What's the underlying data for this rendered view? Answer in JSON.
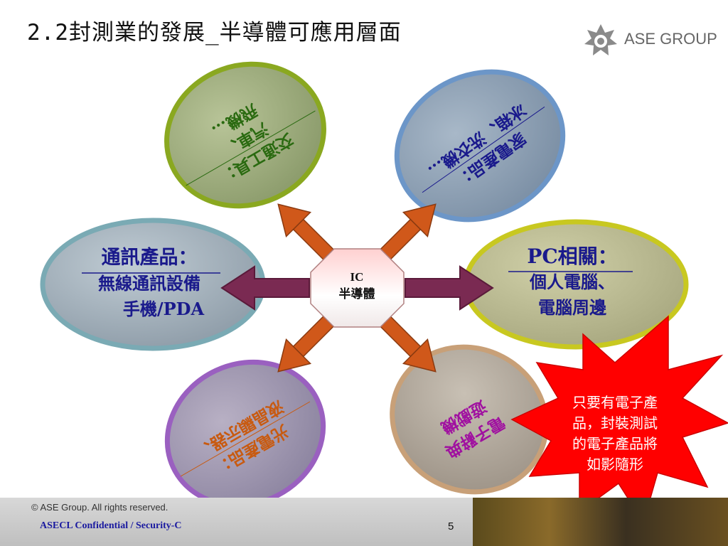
{
  "title": "2.2封測業的發展_半導體可應用層面",
  "logo": {
    "text": "ASE GROUP"
  },
  "center": {
    "line1": "IC",
    "line2": "半導體"
  },
  "nodes": {
    "transport": {
      "line1": "交通工具：",
      "line2": "汽車、",
      "line3": "飛機…"
    },
    "consumer": {
      "line1": "家電產品：",
      "line2": "冰箱、洗衣機…"
    },
    "communication": {
      "line1": "通訊產品：",
      "line2": "無線通訊設備",
      "line3": "手機/PDA"
    },
    "pc": {
      "line1": "PC相關：",
      "line2": "個人電腦、",
      "line3": "電腦周邊"
    },
    "optical": {
      "line1": "光電產品：",
      "line2": "液晶顯示器、"
    },
    "other": {
      "line1": "電子辭典",
      "line2": "遊戲機"
    }
  },
  "callout": {
    "text_line1": "只要有電子產",
    "text_line2": "品，封裝測試",
    "text_line3": "的電子產品將",
    "text_line4": "如影隨形"
  },
  "footer": {
    "copyright": "© ASE Group. All rights reserved.",
    "confidential": "ASECL Confidential / Security-C",
    "page": "5"
  },
  "colors": {
    "arrow_orange": "#d0581a",
    "arrow_purple": "#7a2a52",
    "callout_red": "#ff0000",
    "text_blue": "#1a1a8c",
    "text_green": "#2a6a10",
    "text_magenta": "#a010a0"
  }
}
